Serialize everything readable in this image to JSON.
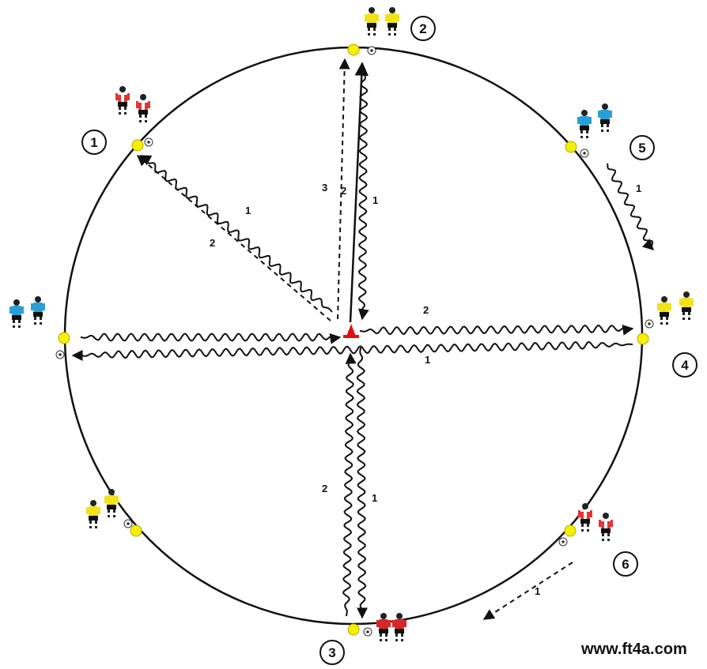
{
  "diagram": {
    "station_numbers": [
      "1",
      "2",
      "3",
      "4",
      "5",
      "6"
    ],
    "run_labels": [
      "1",
      "2",
      "3",
      "2",
      "1",
      "2",
      "1",
      "2",
      "1",
      "1",
      "1"
    ],
    "watermark": "www.ft4a.com"
  },
  "colors": {
    "circle": "#111111",
    "cone": "#f5f000",
    "center_cone": "#e01010",
    "yellow_kit": "#f2e21a",
    "blue_kit": "#2a9fd6",
    "red_kit": "#d9262b",
    "red_white_kit": "#e53333",
    "shorts": "#111111"
  },
  "icons": {
    "player": "player-figure-icon",
    "ball": "football-icon",
    "cone": "cone-marker-icon"
  }
}
